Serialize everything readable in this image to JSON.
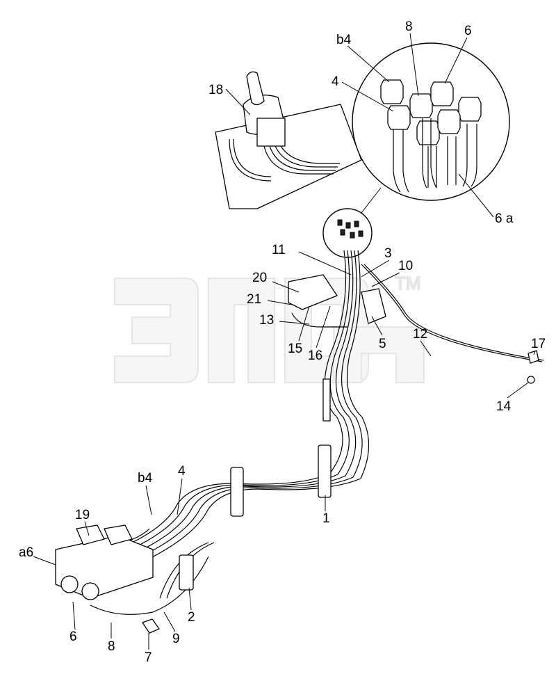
{
  "watermark": {
    "text": "ЭЛЕР",
    "trademark": "TM"
  },
  "labels": {
    "b4_top": "b4",
    "n8_top": "8",
    "n6_top": "6",
    "n4_top": "4",
    "n18": "18",
    "n6a": "6 a",
    "n11": "11",
    "n3": "3",
    "n10": "10",
    "n20": "20",
    "n21": "21",
    "n13": "13",
    "n15": "15",
    "n16": "16",
    "n5": "5",
    "n12": "12",
    "n17": "17",
    "n14": "14",
    "b4_mid": "b4",
    "n4_mid": "4",
    "n19": "19",
    "a6": "a6",
    "n1": "1",
    "n2": "2",
    "n6_bot": "6",
    "n8_bot": "8",
    "n9": "9",
    "n7": "7"
  }
}
